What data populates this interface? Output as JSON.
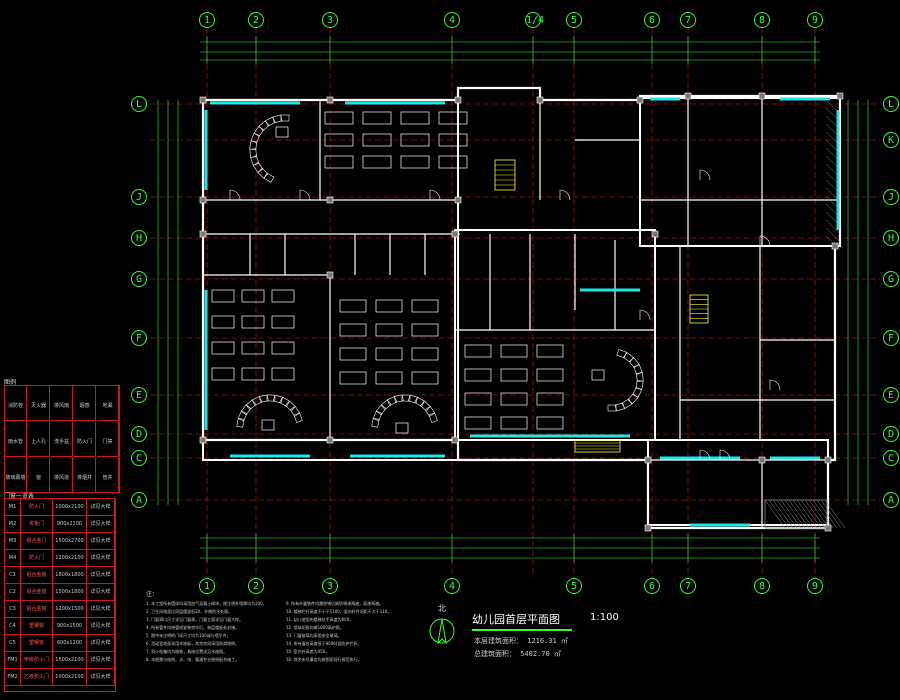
{
  "title": {
    "main": "幼儿园首层平面图",
    "scale": "1:100",
    "area_rows": [
      "本层建筑面积：   1216.31 ㎡",
      "总建筑面积：     5402.70 ㎡"
    ]
  },
  "north_label": "北",
  "axes": {
    "top": [
      "1",
      "2",
      "3",
      "4",
      "1/4",
      "5",
      "6",
      "7",
      "8",
      "9"
    ],
    "bottom": [
      "1",
      "2",
      "3",
      "4",
      "5",
      "6",
      "7",
      "8",
      "9"
    ],
    "left": [
      "L",
      "J",
      "H",
      "G",
      "F",
      "E",
      "D",
      "C",
      "A"
    ],
    "right": [
      "L",
      "K",
      "J",
      "H",
      "G",
      "F",
      "E",
      "D",
      "C",
      "A"
    ]
  },
  "legend": {
    "title": "图例",
    "cells": [
      "消防栓",
      "灭火器",
      "排风扇",
      "烟感",
      "地漏",
      "雨水管",
      "上人孔",
      "洗手盆",
      "防火门",
      "门禁",
      "玻璃幕墙",
      "窗",
      "排风道",
      "排烟井",
      "管井"
    ]
  },
  "schedule": {
    "title": "门窗一览表",
    "rows": [
      [
        "M1",
        "防火门",
        "1000x2100",
        "详见大样"
      ],
      [
        "M2",
        "夹板门",
        "900x2100",
        "详见大样"
      ],
      [
        "M3",
        "铝合金门",
        "1500x2700",
        "详见大样"
      ],
      [
        "M4",
        "防火门",
        "1200x2100",
        "详见大样"
      ],
      [
        "C1",
        "铝合金窗",
        "1800x1800",
        "详见大样"
      ],
      [
        "C2",
        "铝合金窗",
        "1500x1800",
        "详见大样"
      ],
      [
        "C3",
        "铝合金窗",
        "1200x1500",
        "详见大样"
      ],
      [
        "C4",
        "塑钢窗",
        "900x1500",
        "详见大样"
      ],
      [
        "C5",
        "塑钢窗",
        "600x1200",
        "详见大样"
      ],
      [
        "FM1",
        "甲级防火门",
        "1500x2100",
        "详见大样"
      ],
      [
        "FM2",
        "乙级防火门",
        "1000x2100",
        "详见大样"
      ]
    ]
  },
  "notes": {
    "heading": "注：",
    "col1": [
      "1. 本工程所有墙体均采用加气混凝土砌块，除注明外墙厚均为200。",
      "2. 卫生间地面比同层楼面低20，并做防水处理。",
      "3. 门窗洞口尺寸详见门窗表，门窗立面详见门窗大样。",
      "4. 所有管井均待管线安装完毕后，每层楼板处封堵。",
      "5. 图中未注明的门垛尺寸均为100或与墙平齐。",
      "6. 活动室地面采用木地板，其余房间采用防滑地砖。",
      "7. 消火栓箱均为暗装，具体位置详见水施图。",
      "8. 本图需与结构、水、电、暖通专业图纸配合施工。"
    ],
    "col2": [
      "9. 所有外露铁件均需除锈后刷防锈漆两遍，面漆两遍。",
      "10. 楼梯栏杆高度不小于1100，竖向杆件间距不大于110。",
      "11. 幼儿使用的楼梯扶手高度为600。",
      "12. 墙体阳角均做1800高护角。",
      "13. 门窗玻璃均采用安全玻璃。",
      "14. 所有窗台高度低于900时设防护栏杆。",
      "15. 室内外高差为450。",
      "16. 其余未尽事宜均按国家现行规范执行。"
    ]
  },
  "colors": {
    "background": "#000000",
    "wall": "#ffffff",
    "grid": "#d01818",
    "axis": "#33ff33",
    "window": "#22e6e6",
    "furniture": "#ffffff",
    "hatch": "#888888",
    "stair": "#ffff33"
  }
}
